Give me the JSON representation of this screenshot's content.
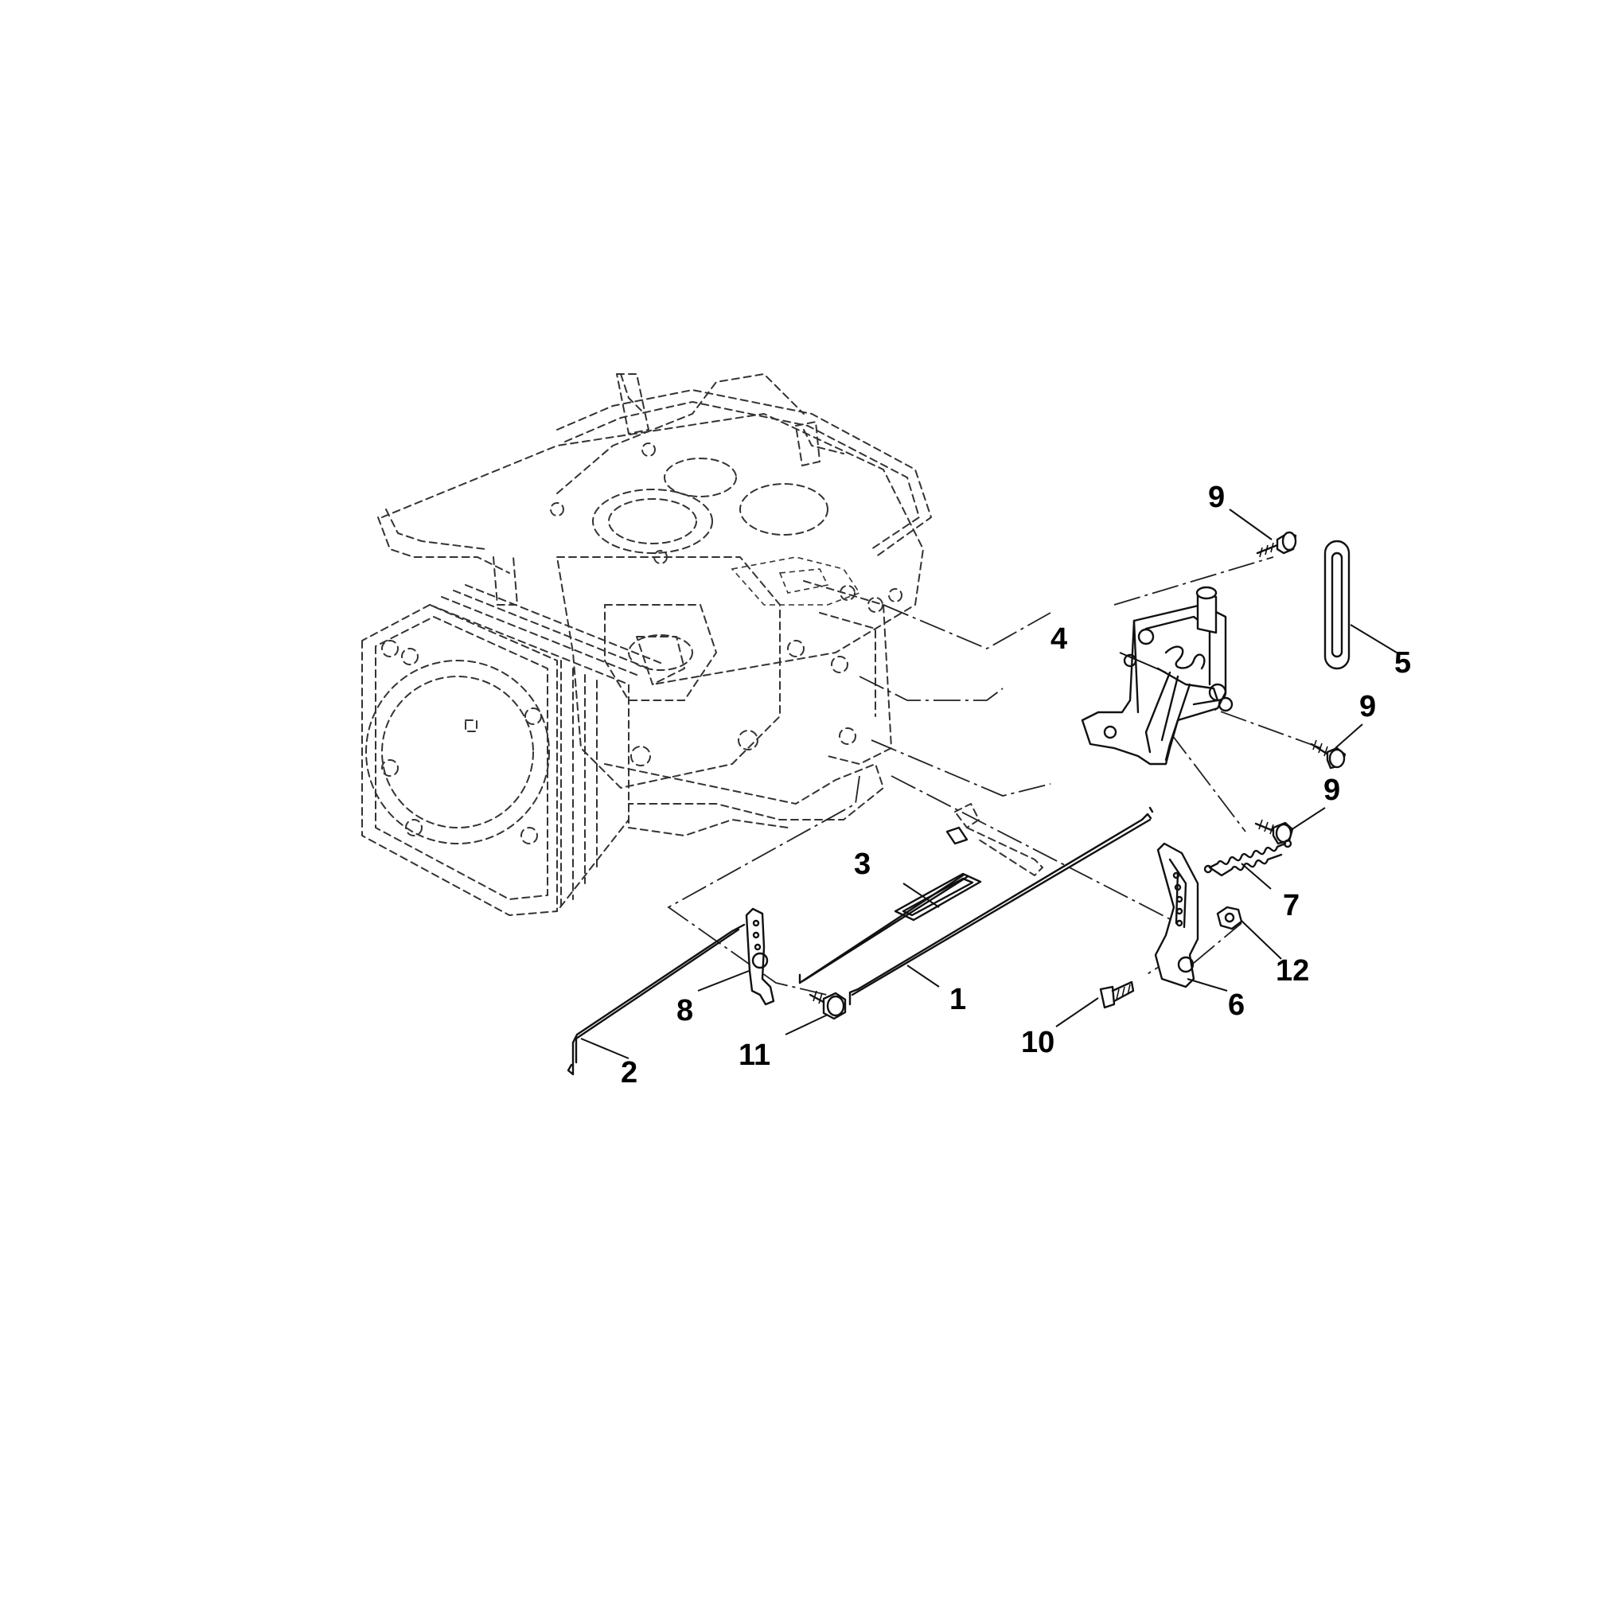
{
  "callouts": [
    {
      "id": "c1",
      "label": "1"
    },
    {
      "id": "c2",
      "label": "2"
    },
    {
      "id": "c3",
      "label": "3"
    },
    {
      "id": "c4",
      "label": "4"
    },
    {
      "id": "c5",
      "label": "5"
    },
    {
      "id": "c6",
      "label": "6"
    },
    {
      "id": "c7",
      "label": "7"
    },
    {
      "id": "c8",
      "label": "8"
    },
    {
      "id": "c9a",
      "label": "9"
    },
    {
      "id": "c9b",
      "label": "9"
    },
    {
      "id": "c9c",
      "label": "9"
    },
    {
      "id": "c10",
      "label": "10"
    },
    {
      "id": "c11",
      "label": "11"
    },
    {
      "id": "c12",
      "label": "12"
    }
  ]
}
